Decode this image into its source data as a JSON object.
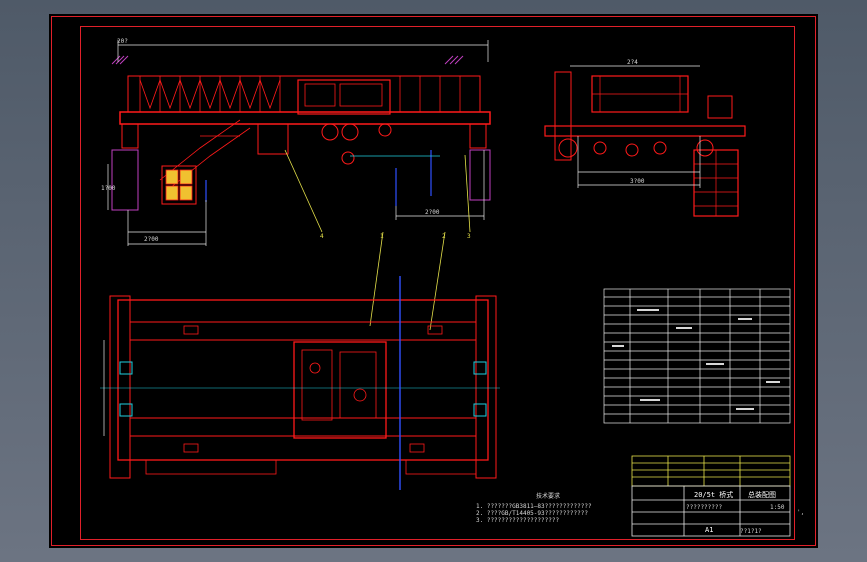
{
  "notes": {
    "heading": "技术要求",
    "lines": [
      "1. ???????GB3811—83?????????????",
      "2. ????GB/T14405-93????????????",
      "3. ????????????????????"
    ]
  },
  "title_block": {
    "title": "20/5t 桥式",
    "subtitle": "??????????",
    "drawing_no": "总装配图",
    "scale": "1:50",
    "sheet": "A1",
    "sheet_mark": "??1?1?",
    "corner_mark": "',"
  },
  "callouts": [
    "4",
    "1",
    "2",
    "3"
  ],
  "dimensions": {
    "span_top": "20?",
    "span_right": "2?00",
    "bottom_left": "2?00",
    "left_height": "1?00",
    "right_width": "3?00",
    "right_top": "2?4"
  },
  "colors": {
    "frame": "#e0202a",
    "geometry": "#ff1a1a",
    "dim_lines": "#e8e8e8",
    "leader": "#e6e24a",
    "center_line": "#3050ff",
    "cyan": "#20d0e0",
    "magenta_hatch": "#c040c0"
  }
}
